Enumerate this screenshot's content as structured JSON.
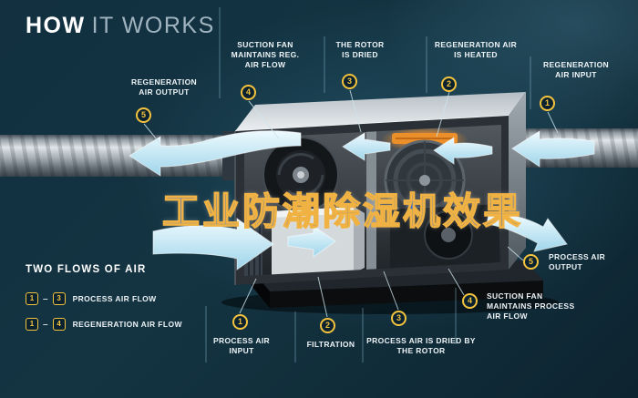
{
  "title": {
    "primary": "HOW",
    "secondary": "IT WORKS"
  },
  "watermark": "工业防潮除湿机效果",
  "callouts": {
    "regeneration": [
      {
        "num": "5",
        "label": "REGENERATION AIR OUTPUT"
      },
      {
        "num": "4",
        "label": "SUCTION FAN MAINTAINS REG. AIR FLOW"
      },
      {
        "num": "3",
        "label": "THE ROTOR IS DRIED"
      },
      {
        "num": "2",
        "label": "REGENERATION AIR IS HEATED"
      },
      {
        "num": "1",
        "label": "REGENERATION AIR INPUT"
      }
    ],
    "process": [
      {
        "num": "1",
        "label": "PROCESS AIR INPUT"
      },
      {
        "num": "2",
        "label": "FILTRATION"
      },
      {
        "num": "3",
        "label": "PROCESS AIR IS DRIED BY THE ROTOR"
      },
      {
        "num": "4",
        "label": "SUCTION FAN MAINTAINS PROCESS AIR FLOW"
      },
      {
        "num": "5",
        "label": "PROCESS AIR OUTPUT"
      }
    ]
  },
  "legend": {
    "heading": "TWO FLOWS OF AIR",
    "separator": "–",
    "items": [
      {
        "from": "1",
        "to": "3",
        "label": "PROCESS AIR FLOW"
      },
      {
        "from": "1",
        "to": "4",
        "label": "REGENERATION AIR FLOW"
      }
    ]
  },
  "colors": {
    "background": "#112b36",
    "accent_yellow": "#f3c33d",
    "arrow_blue": "#b9e4f3",
    "label_text": "#edf3f6",
    "watermark_fill": "#2b6ad4",
    "watermark_outline": "#f0b243"
  }
}
